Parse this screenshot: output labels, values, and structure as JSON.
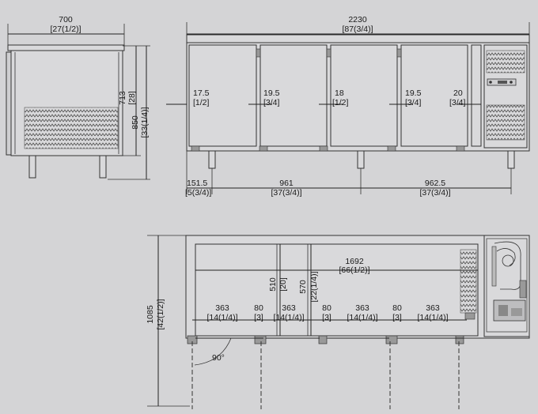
{
  "side_view": {
    "depth_dim": {
      "value": "700",
      "inch": "[27(1/2)]"
    },
    "h713_dim": {
      "value": "713",
      "inch": "[28]"
    },
    "h850_dim": {
      "value": "850",
      "inch": "[33(1/4)]"
    }
  },
  "front_view": {
    "width_dim": {
      "value": "2230",
      "inch": "[87(3/4)]"
    },
    "gaps": [
      {
        "value": "17.5",
        "inch": "[1/2]"
      },
      {
        "value": "19.5",
        "inch": "[3/4]"
      },
      {
        "value": "18",
        "inch": "[1/2]"
      },
      {
        "value": "19.5",
        "inch": "[3/4]"
      },
      {
        "value": "20",
        "inch": "[3/4]"
      }
    ],
    "leg_dims": [
      {
        "value": "151.5",
        "inch": "[5(3/4)]"
      },
      {
        "value": "961",
        "inch": "[37(3/4)]"
      },
      {
        "value": "962.5",
        "inch": "[37(3/4)]"
      }
    ]
  },
  "plan_view": {
    "interior_dim": {
      "value": "1692",
      "inch": "[66(1/2)]"
    },
    "d510": {
      "value": "510",
      "inch": "[20]"
    },
    "d570": {
      "value": "570",
      "inch": "[22(1/4)]"
    },
    "h1085": {
      "value": "1085",
      "inch": "[42(1/2)]"
    },
    "sections": [
      {
        "value": "363",
        "inch": "[14(1/4)]"
      },
      {
        "value": "80",
        "inch": "[3]"
      },
      {
        "value": "363",
        "inch": "[14(1/4)]"
      },
      {
        "value": "80",
        "inch": "[3]"
      },
      {
        "value": "363",
        "inch": "[14(1/4)]"
      },
      {
        "value": "80",
        "inch": "[3]"
      },
      {
        "value": "363",
        "inch": "[14(1/4)]"
      }
    ],
    "angle": "90°"
  }
}
